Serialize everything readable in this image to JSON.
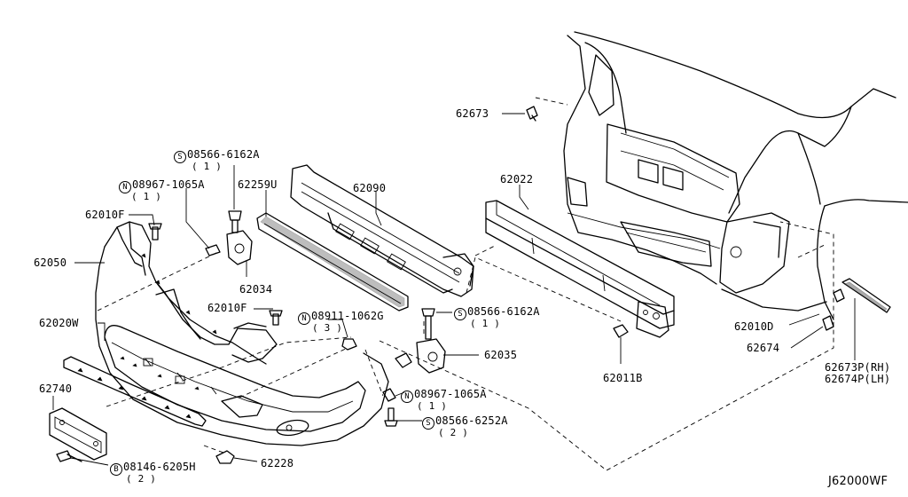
{
  "callouts": {
    "p62673": "62673",
    "p62022": "62022",
    "s08566_6162A_top": {
      "prefix": "S",
      "num": "08566-6162A",
      "qty": "( 1 )"
    },
    "n08967_1065A_top": {
      "prefix": "N",
      "num": "08967-1065A",
      "qty": "( 1 )"
    },
    "p62259U": "62259U",
    "p62090": "62090",
    "p62010F_top": "62010F",
    "p62050": "62050",
    "p62034": "62034",
    "p62010F_mid": "62010F",
    "n08911_1062G": {
      "prefix": "N",
      "num": "08911-1062G",
      "qty": "( 3 )"
    },
    "s08566_6162A_mid": {
      "prefix": "S",
      "num": "08566-6162A",
      "qty": "( 1 )"
    },
    "p62020W": "62020W",
    "p62035": "62035",
    "p62740": "62740",
    "n08967_1065A_low": {
      "prefix": "N",
      "num": "08967-1065A",
      "qty": "( 1 )"
    },
    "s08566_6252A": {
      "prefix": "S",
      "num": "08566-6252A",
      "qty": "( 2 )"
    },
    "p62011B": "62011B",
    "p62010D": "62010D",
    "p62674": "62674",
    "p62673P": "62673P(RH)",
    "p62674P": "62674P(LH)",
    "p62228": "62228",
    "b08146_6205H": {
      "prefix": "B",
      "num": "08146-6205H",
      "qty": "( 2 )"
    }
  },
  "diagram_code": "J62000WF"
}
